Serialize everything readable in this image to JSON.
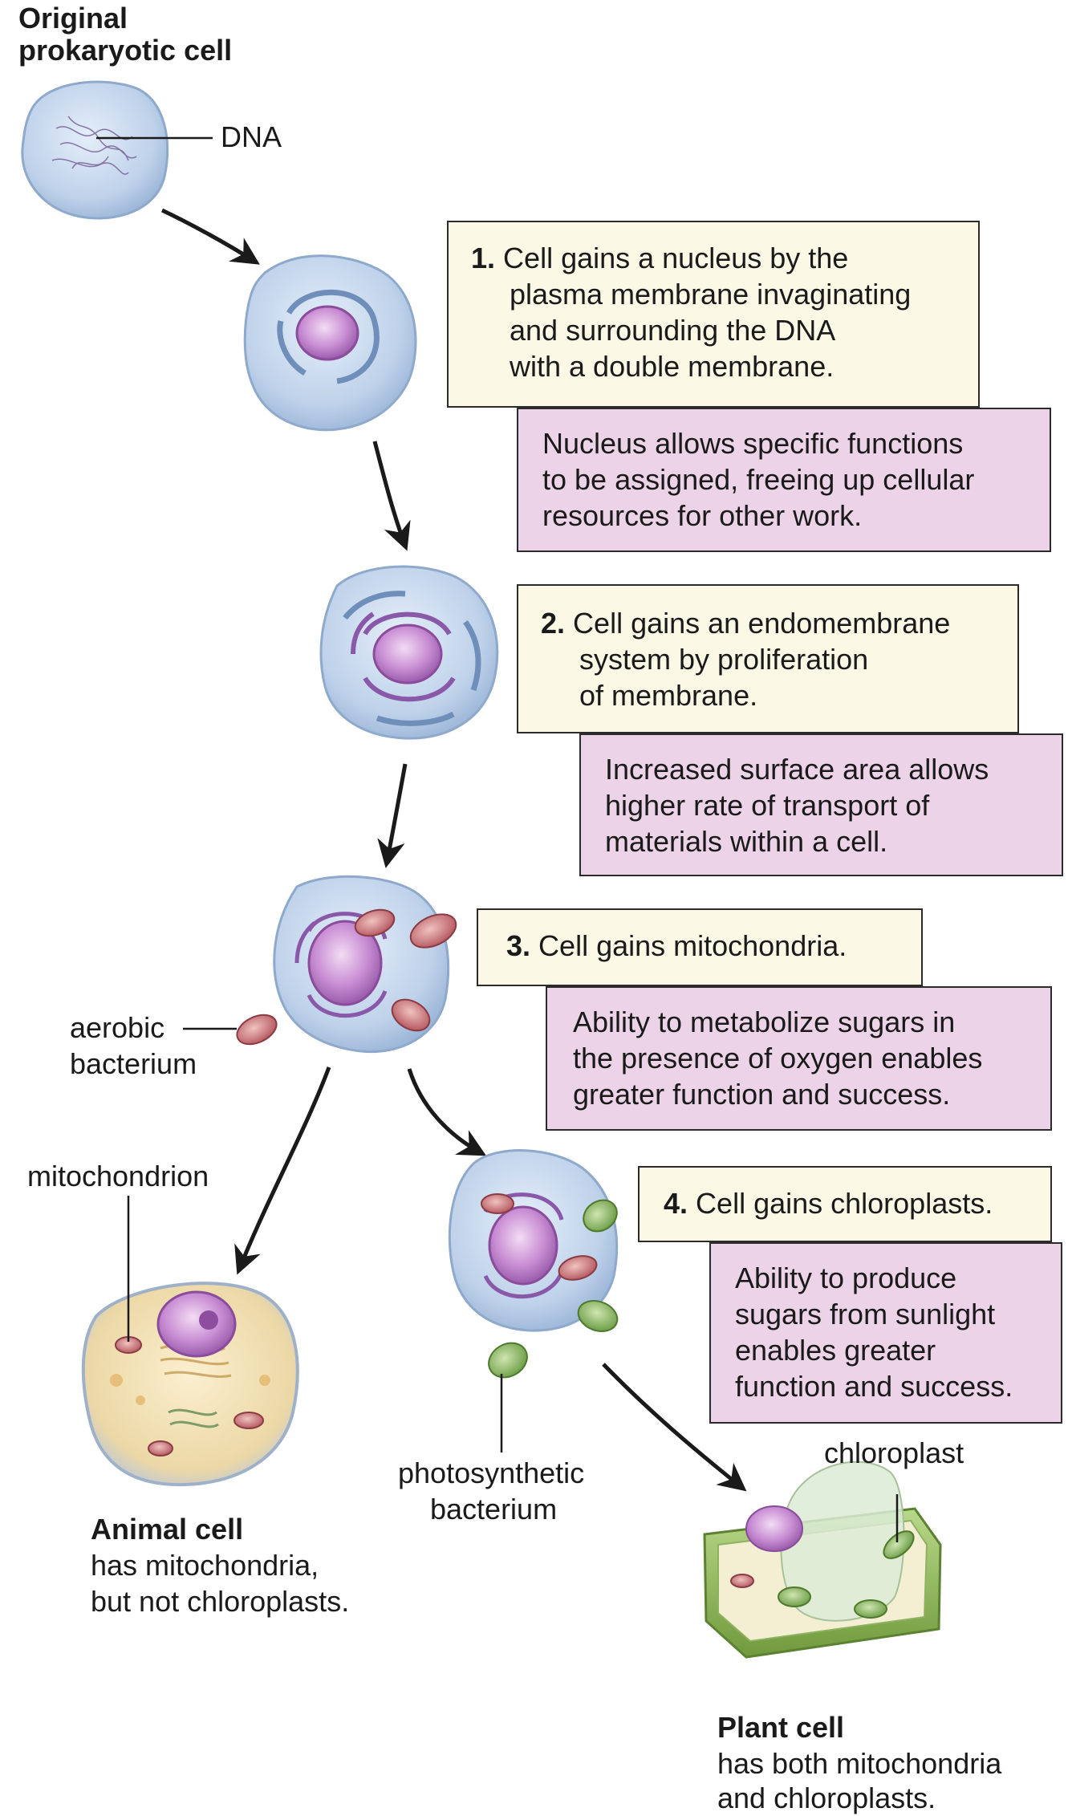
{
  "title": {
    "line1": "Original",
    "line2": "prokaryotic cell"
  },
  "labels": {
    "dna": "DNA",
    "aerobic_1": "aerobic",
    "aerobic_2": "bacterium",
    "mitochondrion": "mitochondrion",
    "photosynthetic_1": "photosynthetic",
    "photosynthetic_2": "bacterium",
    "chloroplast": "chloroplast"
  },
  "steps": [
    {
      "number": "1.",
      "lines": [
        "Cell gains a nucleus by the",
        "plasma membrane invaginating",
        "and surrounding the DNA",
        "with a double membrane."
      ],
      "benefit": [
        "Nucleus allows specific functions",
        "to be assigned, freeing up cellular",
        "resources for other work."
      ]
    },
    {
      "number": "2.",
      "lines": [
        "Cell gains an endomembrane",
        "system by proliferation",
        "of membrane."
      ],
      "benefit": [
        "Increased surface area allows",
        "higher rate of transport of",
        "materials within a cell."
      ]
    },
    {
      "number": "3.",
      "lines": [
        "Cell gains mitochondria."
      ],
      "benefit": [
        "Ability to metabolize sugars in",
        "the presence of oxygen enables",
        "greater function and success."
      ]
    },
    {
      "number": "4.",
      "lines": [
        "Cell gains chloroplasts."
      ],
      "benefit": [
        "Ability to produce",
        "sugars from sunlight",
        "enables greater",
        "function and success."
      ]
    }
  ],
  "animal_cell": {
    "title": "Animal cell",
    "line1": "has mitochondria,",
    "line2": "but not chloroplasts."
  },
  "plant_cell": {
    "title": "Plant cell",
    "line1": "has both mitochondria",
    "line2": "and chloroplasts."
  },
  "colors": {
    "cell_membrane": "#bcd0e8",
    "nucleus": "#b57bc4",
    "mitochondria": "#c9757a",
    "chloroplast": "#8db868",
    "cream_box": "#fbf8e6",
    "pink_box": "#ecd3e8"
  }
}
